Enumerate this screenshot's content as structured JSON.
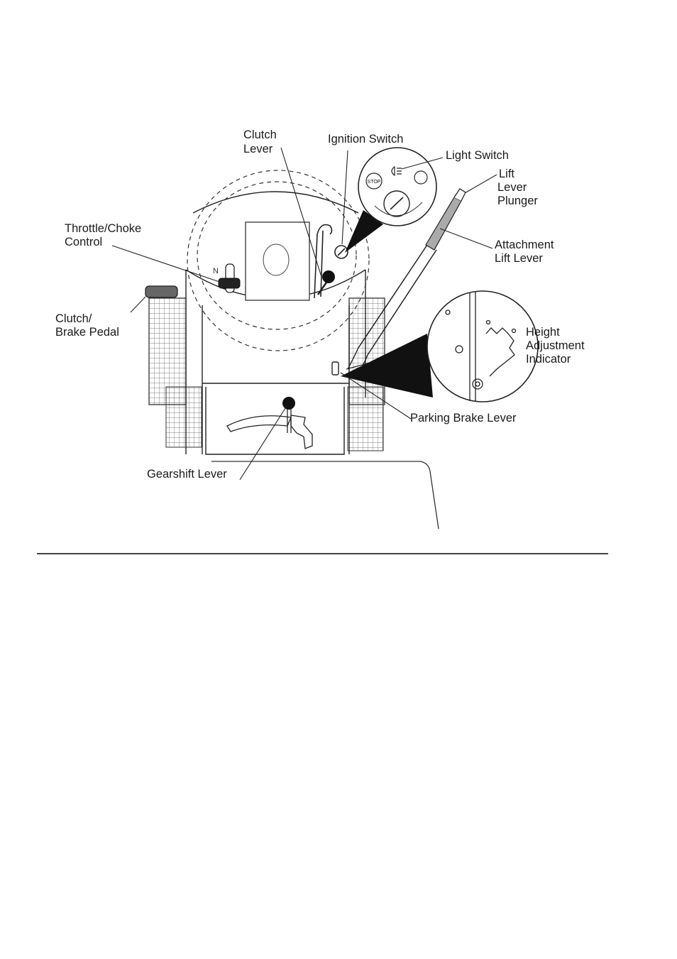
{
  "labels": {
    "clutch_lever_1": "Clutch",
    "clutch_lever_2": "Lever",
    "ignition_switch": "Ignition Switch",
    "light_switch": "Light Switch",
    "lift_plunger_1": "Lift",
    "lift_plunger_2": "Lever",
    "lift_plunger_3": "Plunger",
    "throttle_1": "Throttle/Choke",
    "throttle_2": "Control",
    "attachment_1": "Attachment",
    "attachment_2": "Lift Lever",
    "clutch_brake_1": "Clutch/",
    "clutch_brake_2": "Brake Pedal",
    "height_1": "Height",
    "height_2": "Adjustment",
    "height_3": "Indicator",
    "parking_brake": "Parking Brake Lever",
    "gearshift": "Gearshift Lever"
  },
  "ignition_icons": {
    "stop": "STOP"
  }
}
